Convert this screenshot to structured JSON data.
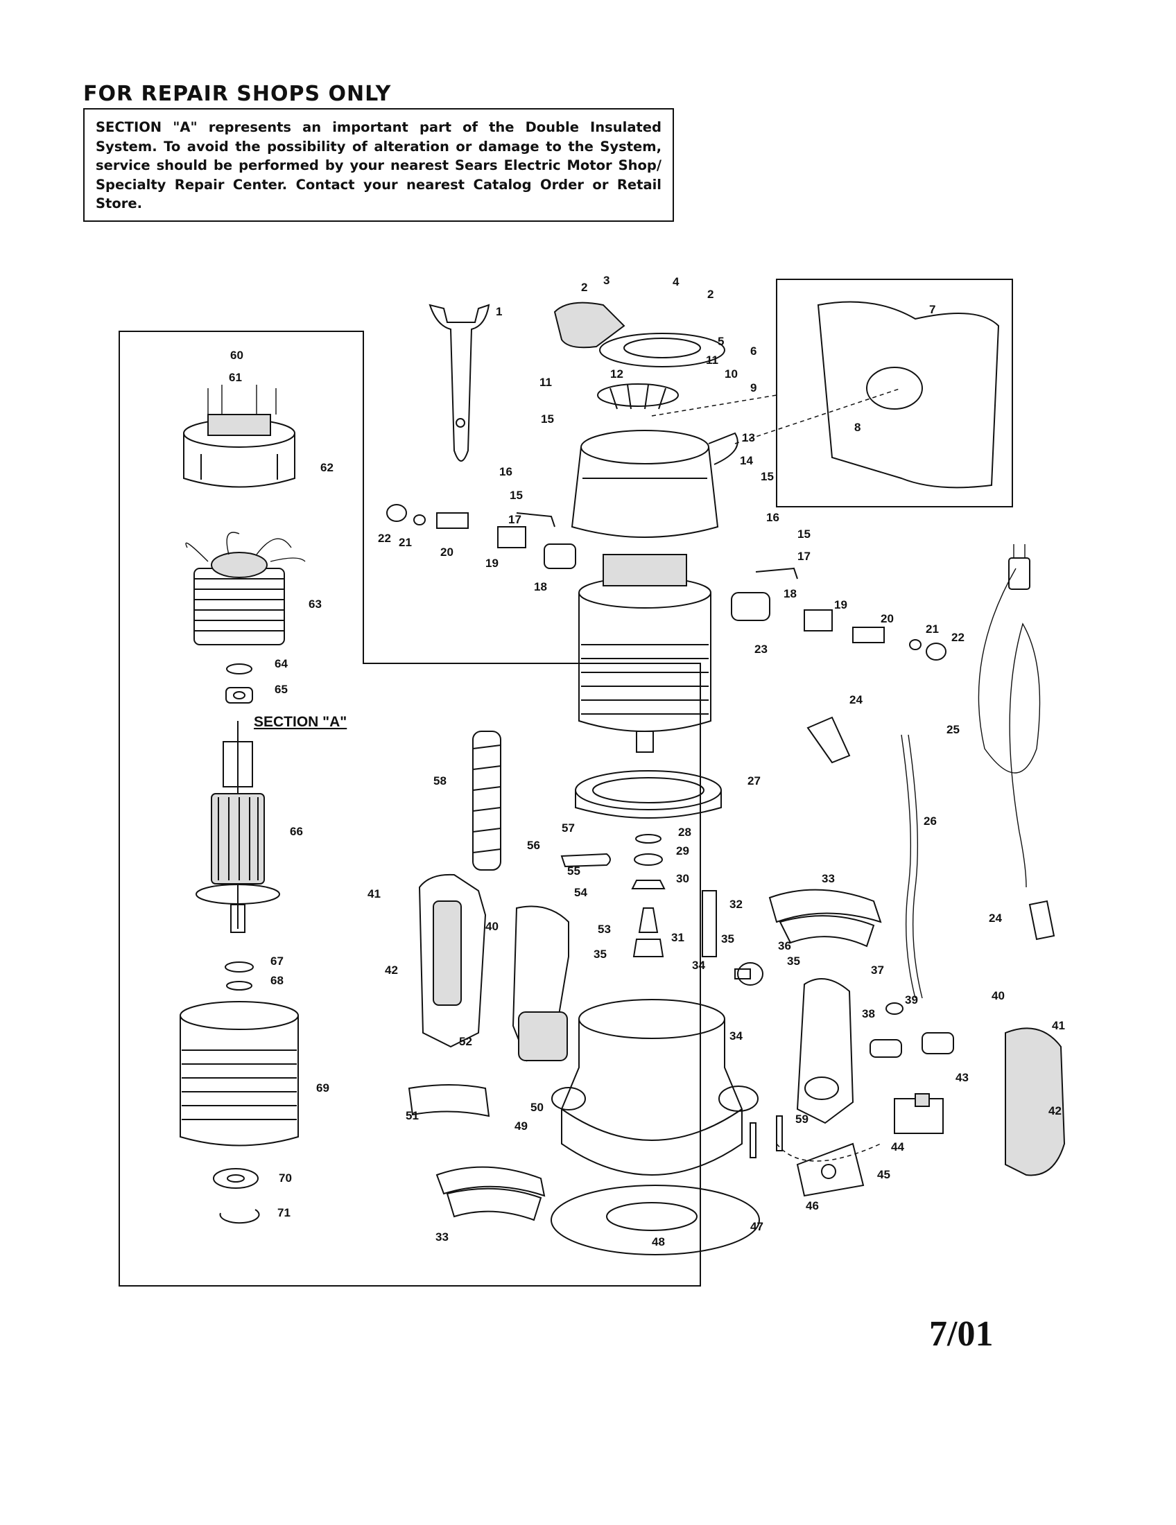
{
  "header": {
    "title": "FOR REPAIR SHOPS ONLY",
    "notice": "SECTION \"A\" represents an important part of the Double Insulated System. To avoid the possibility of alteration or damage to the System, service should be performed by your nearest Sears Electric Motor Shop/ Specialty Repair Center. Contact your nearest Catalog Order or Retail Store."
  },
  "section_label": "SECTION \"A\"",
  "date": "7/01",
  "part_numbers": [
    "1",
    "2",
    "3",
    "4",
    "5",
    "6",
    "7",
    "8",
    "9",
    "10",
    "11",
    "12",
    "13",
    "14",
    "15",
    "16",
    "17",
    "18",
    "19",
    "20",
    "21",
    "22",
    "23",
    "24",
    "25",
    "26",
    "27",
    "28",
    "29",
    "30",
    "31",
    "32",
    "33",
    "34",
    "35",
    "36",
    "37",
    "38",
    "39",
    "40",
    "41",
    "42",
    "43",
    "44",
    "45",
    "46",
    "47",
    "48",
    "49",
    "50",
    "51",
    "52",
    "53",
    "54",
    "55",
    "56",
    "57",
    "58",
    "59",
    "60",
    "61",
    "62",
    "63",
    "64",
    "65",
    "66",
    "67",
    "68",
    "69",
    "70",
    "71"
  ]
}
